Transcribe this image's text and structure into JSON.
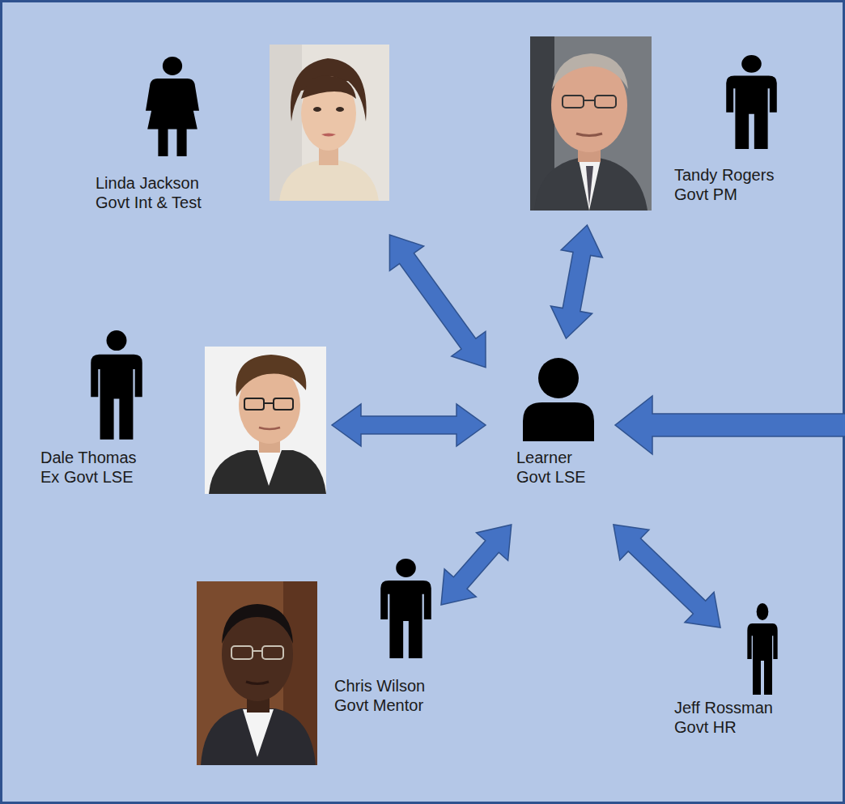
{
  "diagram": {
    "nodes": [
      {
        "text": [
          "Linda Jackson",
          "Govt Int & Test"
        ]
      },
      {
        "text": [
          "Tandy Rogers",
          "Govt PM"
        ]
      },
      {
        "text": [
          "Dale Thomas",
          "Ex Govt LSE"
        ]
      },
      {
        "text": [
          "Learner",
          "Govt LSE"
        ]
      },
      {
        "text": [
          "Chris Wilson",
          "Govt Mentor"
        ]
      },
      {
        "text": [
          "Jeff Rossman",
          "Govt HR"
        ]
      }
    ],
    "edges": [
      {
        "from": 0,
        "to": 3,
        "arrow": "both"
      },
      {
        "from": 1,
        "to": 3,
        "arrow": "both"
      },
      {
        "from": 2,
        "to": 3,
        "arrow": "both"
      },
      {
        "from": 4,
        "to": 3,
        "arrow": "both"
      },
      {
        "from": 5,
        "to": 3,
        "arrow": "both"
      }
    ]
  }
}
